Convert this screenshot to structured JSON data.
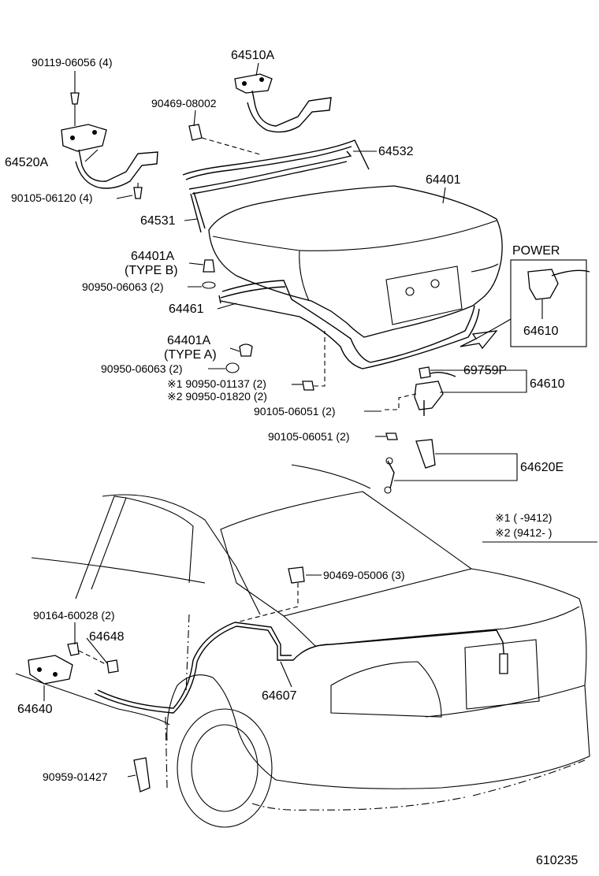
{
  "labels": {
    "p90119": "90119-06056 (4)",
    "p64510a": "64510A",
    "p90469_08002": "90469-08002",
    "p64532": "64532",
    "p64520a": "64520A",
    "p64401": "64401",
    "p90105_06120": "90105-06120 (4)",
    "p64531": "64531",
    "power": "POWER",
    "p64401a_b": "64401A",
    "type_b": "(TYPE  B)",
    "p90950_06063_a": "90950-06063 (2)",
    "p64461": "64461",
    "p64610_power": "64610",
    "p64401a_a": "64401A",
    "type_a": "(TYPE  A)",
    "p90950_06063_b": "90950-06063 (2)",
    "p69759p": "69759P",
    "p64610": "64610",
    "note1_part": "※1 90950-01137 (2)",
    "note2_part": "※2 90950-01820 (2)",
    "p90105_06051_a": "90105-06051 (2)",
    "p90105_06051_b": "90105-06051 (2)",
    "p64620e": "64620E",
    "legend1": "※1 (      -9412)",
    "legend2": "※2 (9412-        )",
    "p90469_05006": "90469-05006 (3)",
    "p90164": "90164-60028 (2)",
    "p64648": "64648",
    "p64607": "64607",
    "p64640": "64640",
    "p90959": "90959-01427",
    "figure_number": "610235"
  }
}
